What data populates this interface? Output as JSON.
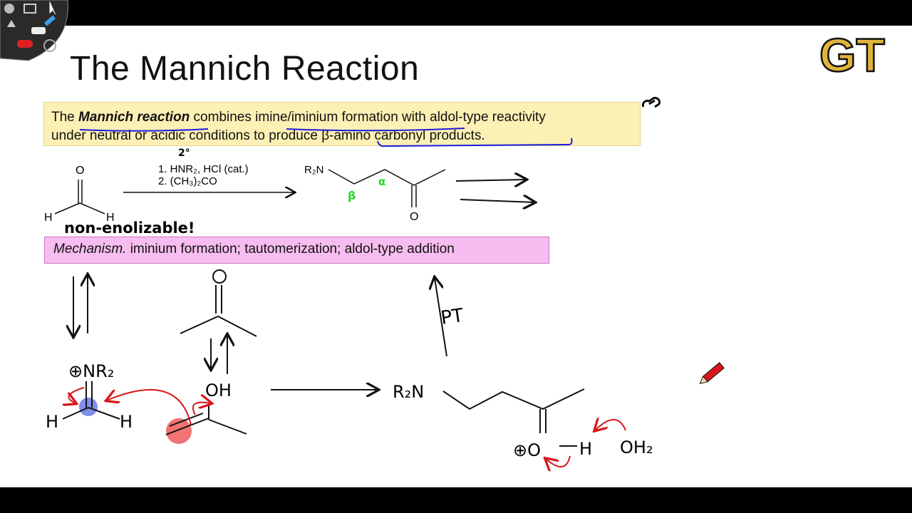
{
  "title": "The Mannich Reaction",
  "logo_text": "GT",
  "summary": {
    "seg1": "The ",
    "term": "Mannich reaction",
    "seg2": " combines ",
    "imine": "imine/iminium formation",
    "seg3": " with aldol-type reactivity",
    "seg4": "under neutral or acidic conditions to produce ",
    "product": "β-amino carbonyl products",
    "seg5": "."
  },
  "reaction": {
    "atom_o": "O",
    "atom_h": "H",
    "reagent1": "1. HNR₂, HCl (cat.)",
    "reagent2": "2. (CH₃)₂CO",
    "product_amine": "R₂N",
    "product_o": "O"
  },
  "annotations": {
    "secondary": "2°",
    "non_enolizable": "non-enolizable!",
    "beta": "β",
    "alpha": "α",
    "proton_transfer": "PT",
    "iminium": "⊕NR₂",
    "oh": "OH",
    "r2n": "R₂N",
    "oxonium_o": "⊕O",
    "h": "H",
    "oh2": "OH₂",
    "o_neutral": "O"
  },
  "mechanism": {
    "label": "Mechanism.",
    "text": " iminium formation; tautomerization; aldol-type addition"
  },
  "colors": {
    "highlight_yellow": "#fdf0b5",
    "highlight_pink": "#f7bdf0",
    "ink_blue": "#1a1adc",
    "ink_red": "#d8161b",
    "ink_green": "#22dd22",
    "logo_gold": "#e0b43c"
  }
}
